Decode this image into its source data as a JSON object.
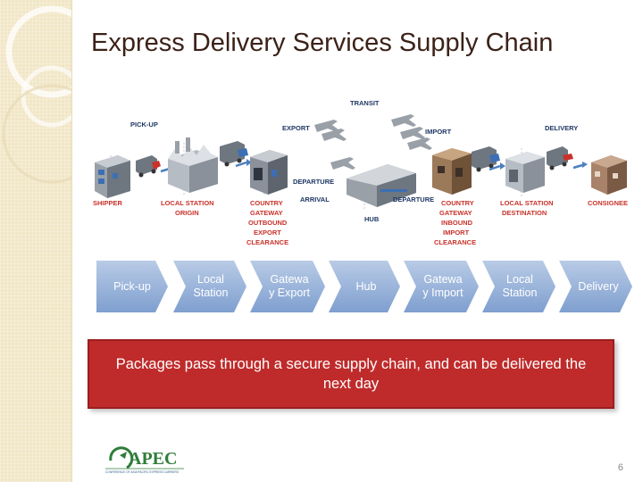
{
  "slide": {
    "title": "Express Delivery Services Supply Chain",
    "page_number": "6"
  },
  "diagram": {
    "labels": {
      "transit": "TRANSIT",
      "pickup": "PICK-UP",
      "export": "EXPORT",
      "import": "IMPORT",
      "delivery": "DELIVERY",
      "departure1": "DEPARTURE",
      "arrival": "ARRIVAL",
      "departure2": "DEPARTURE",
      "hub": "HUB",
      "shipper": "SHIPPER",
      "local_origin": [
        "LOCAL STATION",
        "ORIGIN"
      ],
      "gateway_out": [
        "COUNTRY",
        "GATEWAY",
        "OUTBOUND",
        "EXPORT",
        "CLEARANCE"
      ],
      "gateway_in": [
        "COUNTRY",
        "GATEWAY",
        "INBOUND",
        "IMPORT",
        "CLEARANCE"
      ],
      "local_dest": [
        "LOCAL STATION",
        "DESTINATION"
      ],
      "consignee": "CONSIGNEE"
    },
    "colors": {
      "label_red": "#c8322b",
      "label_navy": "#1f3864"
    }
  },
  "steps": [
    {
      "label": "Pick-up"
    },
    {
      "label": "Local Station"
    },
    {
      "label": "Gatewa y Export"
    },
    {
      "label": "Hub"
    },
    {
      "label": "Gatewa y Import"
    },
    {
      "label": "Local Station"
    },
    {
      "label": "Delivery"
    }
  ],
  "banner": {
    "text": "Packages pass through a secure supply chain, and can be delivered the next day"
  },
  "logo": {
    "mark": "APEC",
    "caption": "CONFERENCE OF ASIA PACIFIC EXPRESS CARRIERS"
  },
  "colors": {
    "step_fill": "#a9bfe0",
    "step_fill_dark": "#5c80b8",
    "banner": "#bf2b2b",
    "title": "#3c2218",
    "sidebar": "#f1e6c6"
  }
}
